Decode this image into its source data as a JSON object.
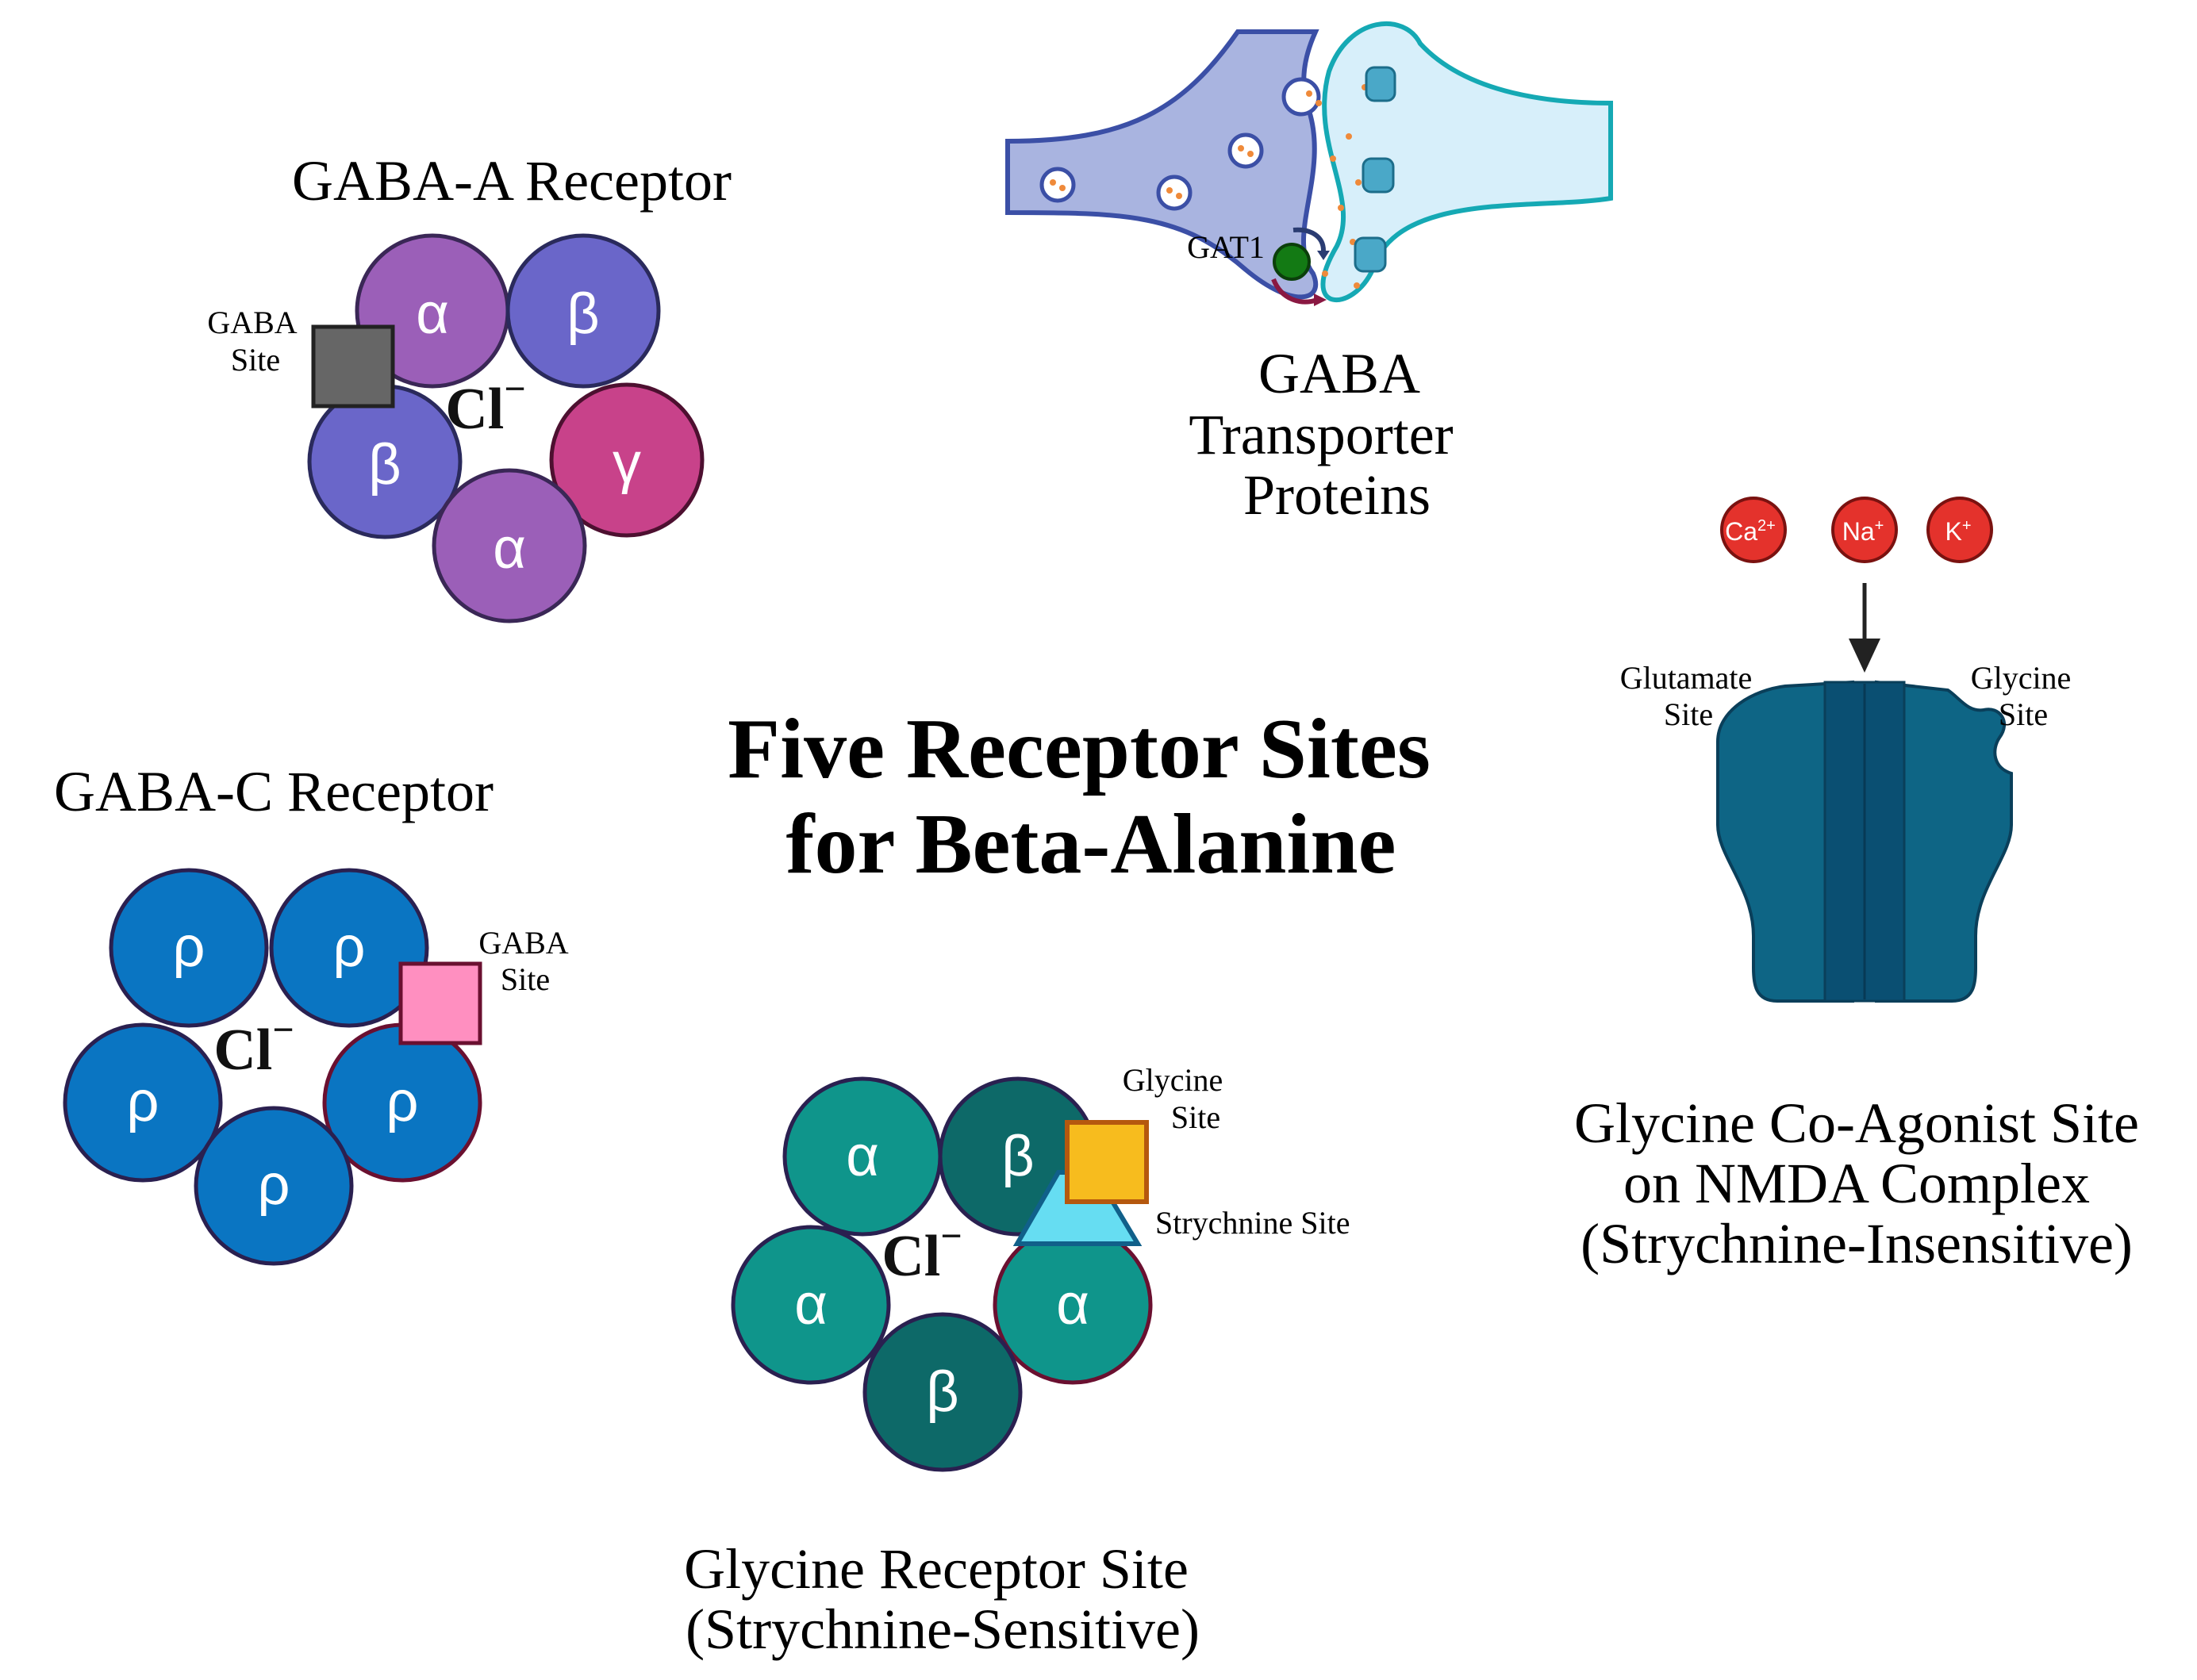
{
  "main_title": {
    "line1": "Five Receptor Sites",
    "line2": "for Beta-Alanine"
  },
  "gaba_a": {
    "title": "GABA-A Receptor",
    "site_label_1": "GABA",
    "site_label_2": "Site",
    "ion": "Cl",
    "ion_charge": "−",
    "subunits": [
      "α",
      "β",
      "β",
      "γ",
      "α"
    ]
  },
  "gaba_c": {
    "title": "GABA-C Receptor",
    "site_label_1": "GABA",
    "site_label_2": "Site",
    "ion": "Cl",
    "ion_charge": "−",
    "subunits": [
      "ρ",
      "ρ",
      "ρ",
      "ρ",
      "ρ"
    ]
  },
  "glycine_receptor": {
    "title_line1": "Glycine Receptor Site",
    "title_line2": "(Strychnine-Sensitive)",
    "glycine_site_1": "Glycine",
    "glycine_site_2": "Site",
    "strychnine_site": "Strychnine Site",
    "ion": "Cl",
    "ion_charge": "−",
    "subunits": [
      "α",
      "β",
      "α",
      "α",
      "β"
    ]
  },
  "transporter": {
    "gat_label": "GAT1",
    "title_line1": "GABA",
    "title_line2": "Transporter",
    "title_line3": "Proteins"
  },
  "nmda": {
    "ions": [
      {
        "base": "Ca",
        "charge": "2+"
      },
      {
        "base": "Na",
        "charge": "+"
      },
      {
        "base": "K",
        "charge": "+"
      }
    ],
    "glutamate_site_1": "Glutamate",
    "glutamate_site_2": "Site",
    "glycine_site_1": "Glycine",
    "glycine_site_2": "Site",
    "title_line1": "Glycine Co-Agonist Site",
    "title_line2": "on NMDA Complex",
    "title_line3": "(Strychnine-Insensitive)"
  },
  "colors": {
    "gaba_a_alpha": "#9b5fb8",
    "gaba_a_beta": "#6a66c9",
    "gaba_a_gamma": "#c8428a",
    "gaba_a_site": "#666666",
    "gaba_c_rho": "#0a75c2",
    "gaba_c_site": "#ff8fc0",
    "gly_alpha": "#0f958b",
    "gly_beta": "#0d6968",
    "gly_site": "#f7bc1e",
    "strychnine_site": "#66ddf2",
    "presynaptic": "#a9b4e0",
    "postsynaptic": "#d7effa",
    "nmda": "#0e6585",
    "ion_red": "#e4322c",
    "gat1": "#137a14"
  }
}
